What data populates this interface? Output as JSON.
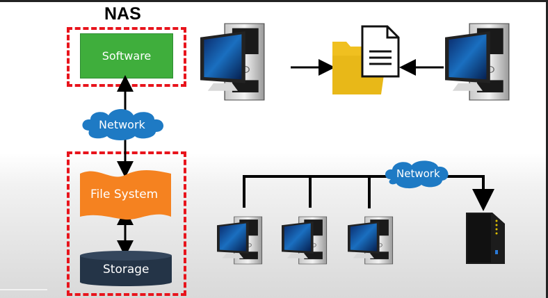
{
  "diagram": {
    "title": "NAS",
    "left_stack": {
      "software_label": "Software",
      "network_label": "Network",
      "file_system_label": "File System",
      "storage_label": "Storage"
    },
    "top_right": {
      "left_computer": "desktop-computer",
      "shared_item": "folder-with-document",
      "right_computer": "desktop-computer",
      "arrows": "both computers point to shared folder"
    },
    "bottom_right": {
      "network_label": "Network",
      "clients": [
        "desktop-computer",
        "desktop-computer",
        "desktop-computer"
      ],
      "device": "nas-device"
    },
    "colors": {
      "dashed_border": "#e8141c",
      "software": "#3fae3c",
      "cloud": "#1e7ac4",
      "file_system": "#f58220",
      "storage": "#243447",
      "folder": "#f0c020"
    }
  }
}
